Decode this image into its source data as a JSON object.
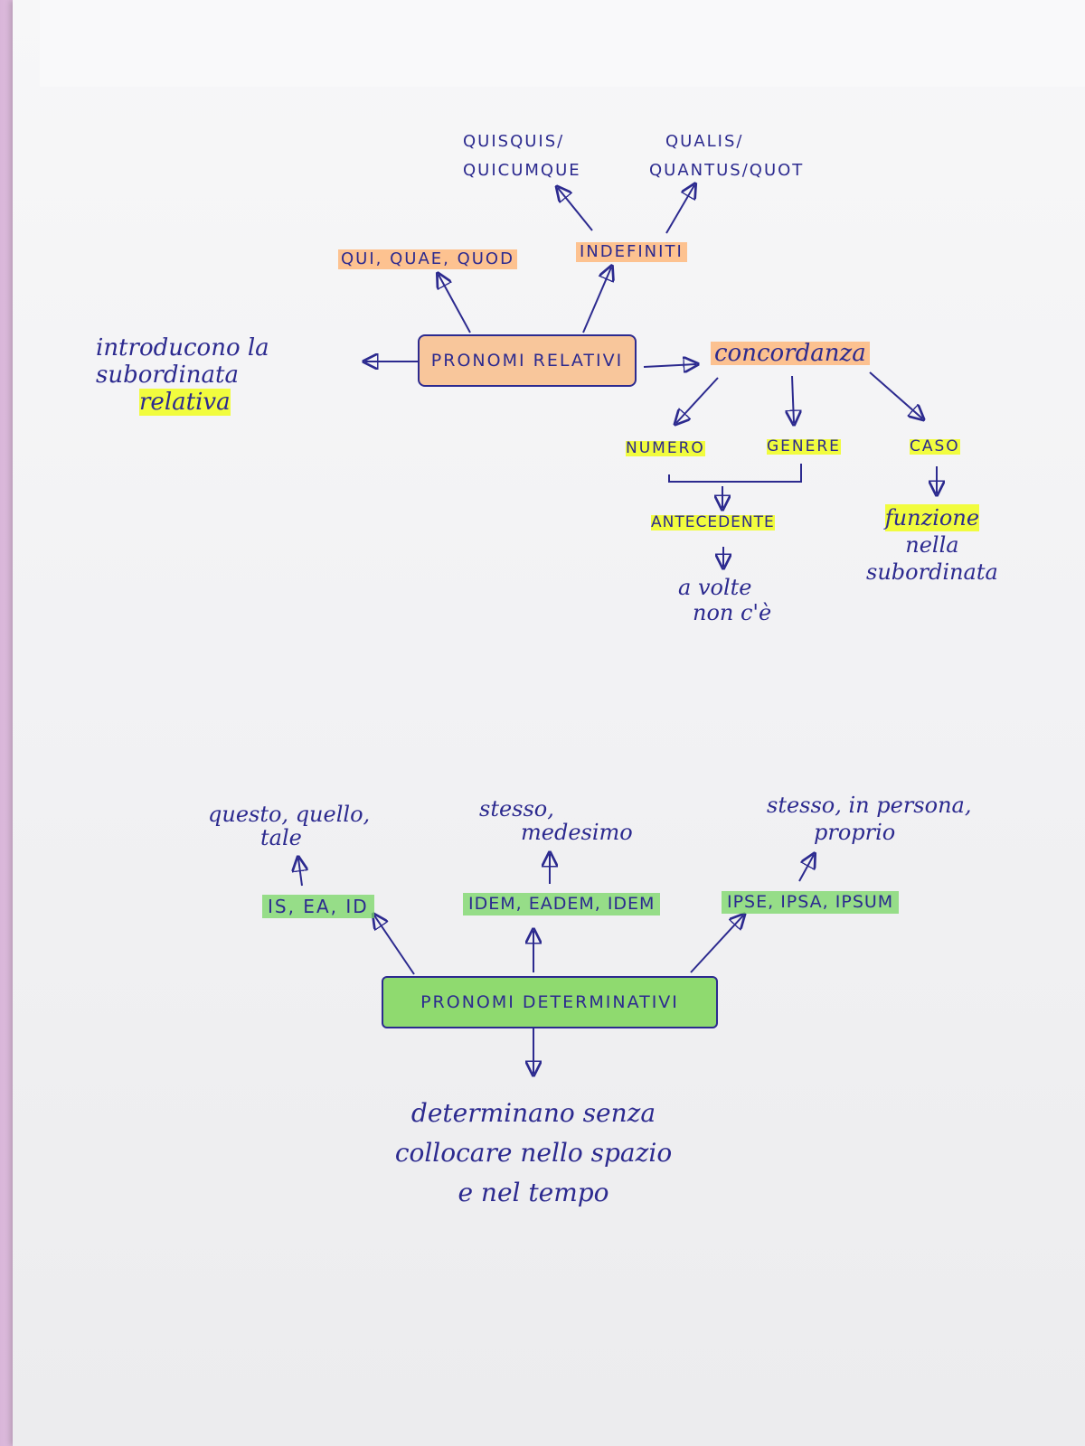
{
  "relativi": {
    "central": "PRONOMI RELATIVI",
    "qui": "QUI, QUAE, QUOD",
    "indefiniti": "INDEFINITI",
    "indef_left": [
      "QUISQUIS/",
      "QUICUMQUE"
    ],
    "indef_right": [
      "QUALIS/",
      "QUANTUS/QUOT"
    ],
    "intro": [
      "introducono la",
      "subordinata",
      "relativa"
    ],
    "concordanza": "concordanza",
    "numero": "NUMERO",
    "genere": "GENERE",
    "caso": "CASO",
    "antecedente": "ANTECEDENTE",
    "a_volte": [
      "a volte",
      "non c'è"
    ],
    "funzione": [
      "funzione",
      "nella",
      "subordinata"
    ]
  },
  "determinativi": {
    "central": "PRONOMI DETERMINATIVI",
    "is": "IS, EA, ID",
    "idem": "IDEM, EADEM, IDEM",
    "ipse": "IPSE, IPSA, IPSUM",
    "is_meaning": [
      "questo, quello,",
      "tale"
    ],
    "idem_meaning": [
      "stesso,",
      "medesimo"
    ],
    "ipse_meaning": [
      "stesso, in persona,",
      "proprio"
    ],
    "desc": [
      "determinano senza",
      "collocare nello spazio",
      "e nel tempo"
    ]
  },
  "colors": {
    "ink": "#2c2a8f",
    "orange_highlight": "#f8c69b",
    "green_highlight": "#8fda6f",
    "yellow_highlight": "#f0ff00"
  }
}
